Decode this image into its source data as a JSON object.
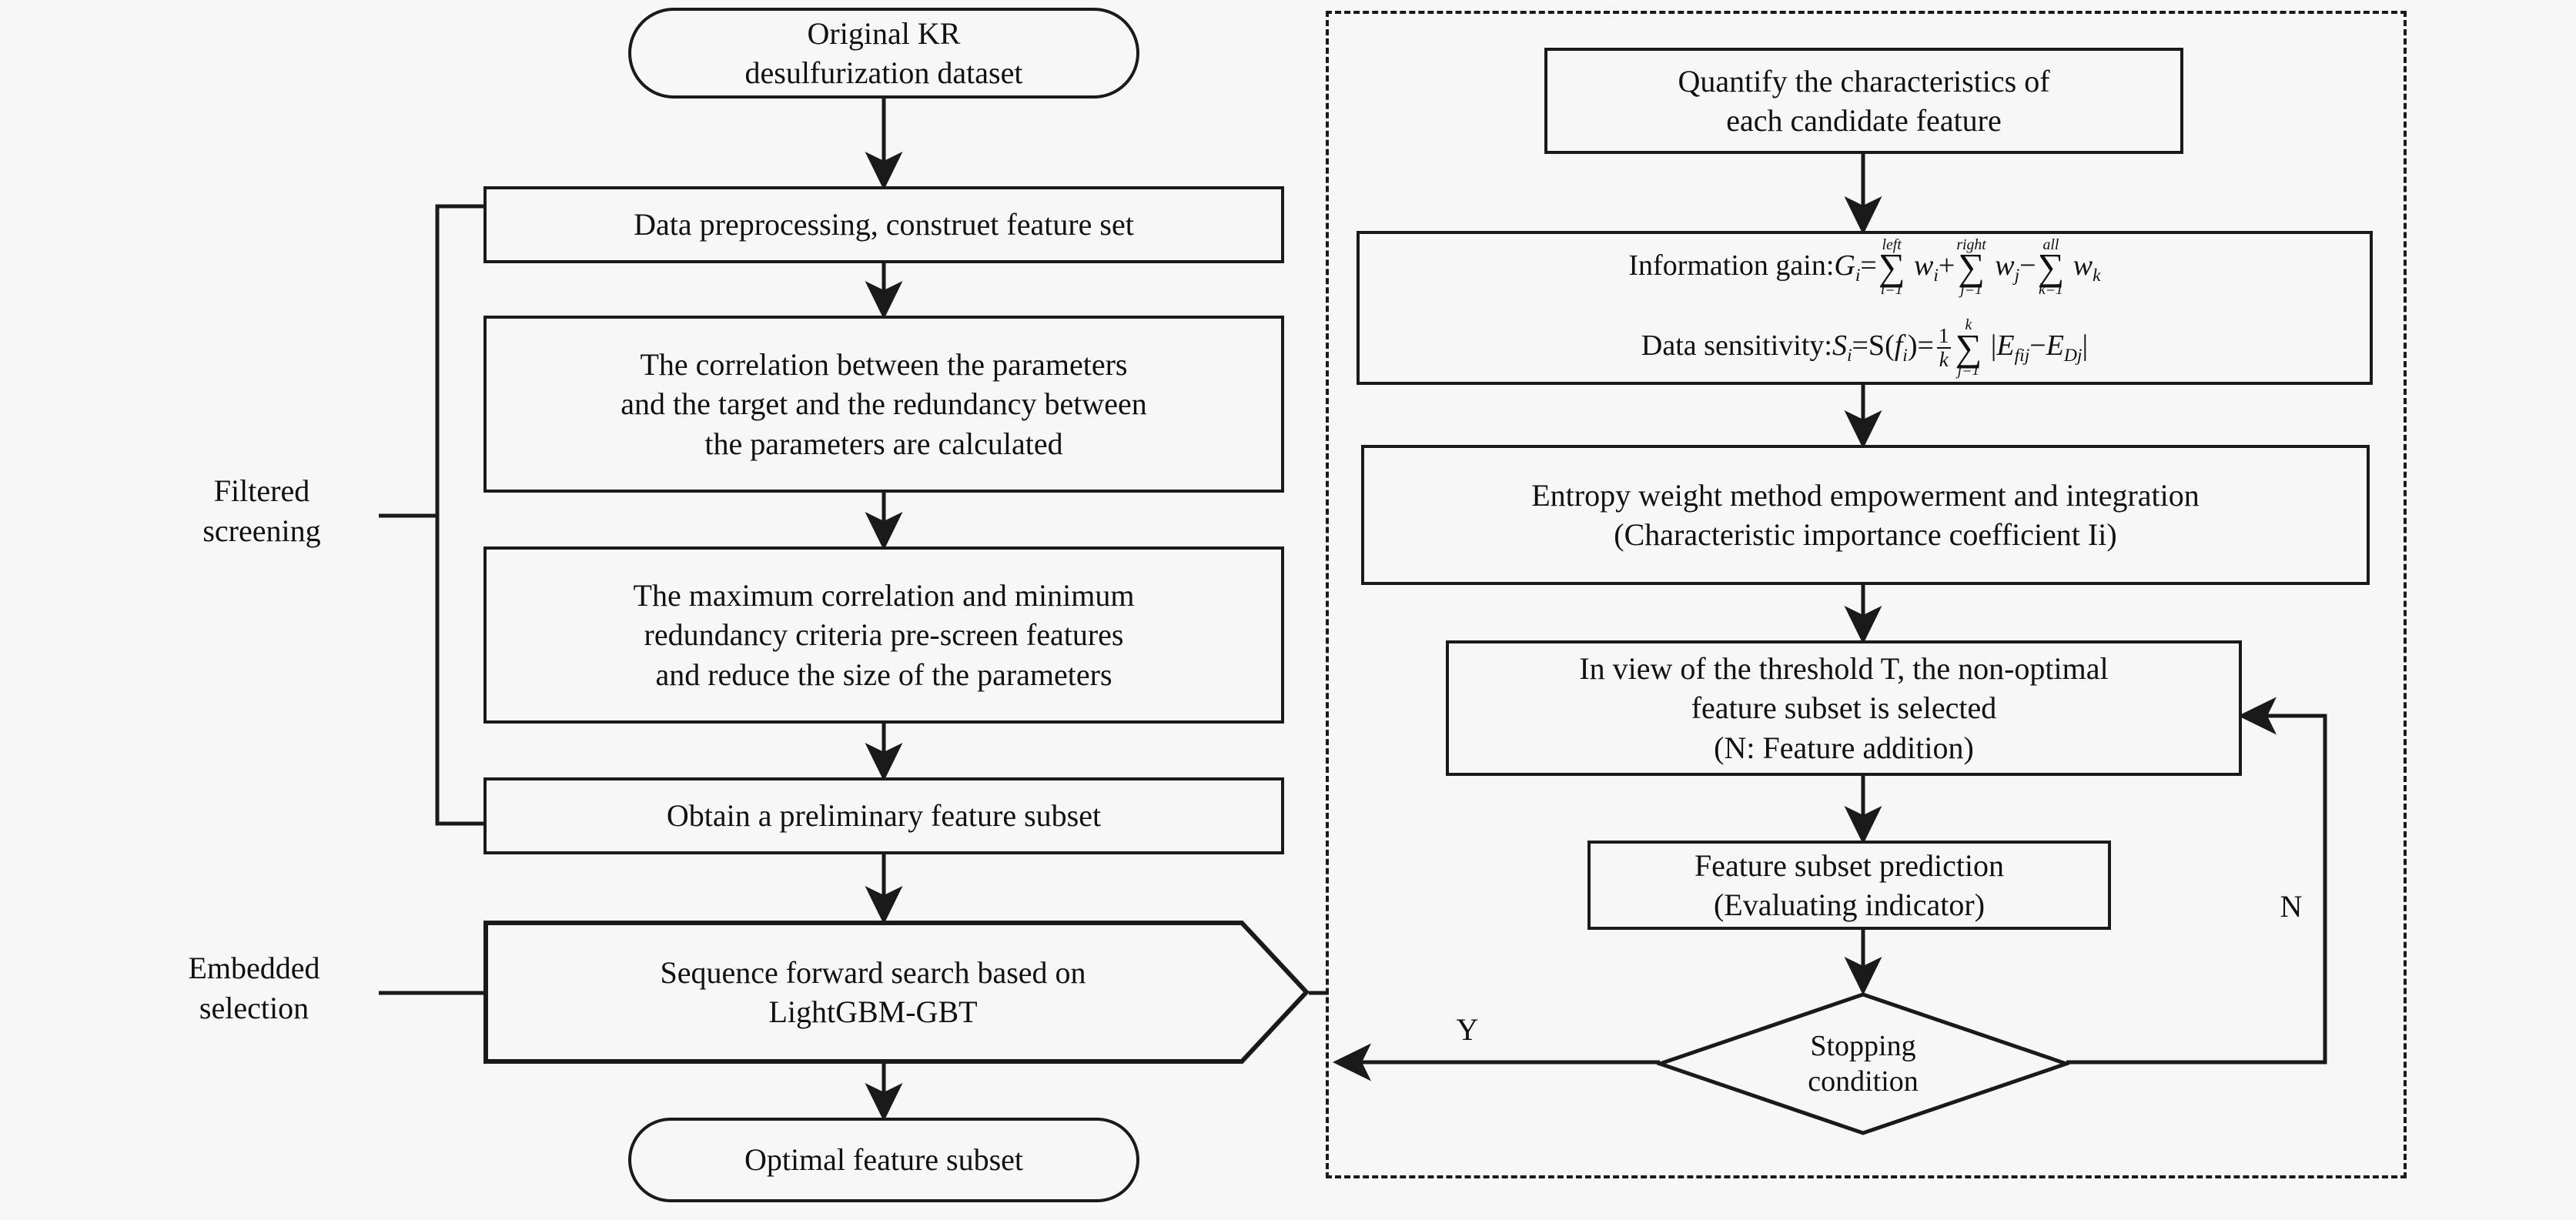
{
  "diagram": {
    "title": "Feature selection flowchart for KR desulfurization dataset",
    "colors": {
      "stroke": "#1a1a1a",
      "background": "#f7f7f7",
      "text": "#111111"
    },
    "left_column": {
      "start_node": {
        "label": "Original KR\ndesulfurization dataset",
        "shape": "rounded"
      },
      "steps": [
        {
          "label": "Data preprocessing, construet feature set",
          "shape": "rect"
        },
        {
          "label": "The correlation between the parameters\nand the target and the redundancy between\nthe parameters are calculated",
          "shape": "rect"
        },
        {
          "label": "The maximum correlation and minimum\nredundancy criteria pre-screen features\nand reduce the size of the parameters",
          "shape": "rect"
        },
        {
          "label": "Obtain a preliminary feature subset",
          "shape": "rect"
        }
      ],
      "search_node": {
        "label": "Sequence forward search based on\nLightGBM-GBT",
        "shape": "pentagon"
      },
      "end_node": {
        "label": "Optimal feature subset",
        "shape": "rounded"
      },
      "phase_labels": [
        {
          "label": "Filtered\nscreening",
          "name": "filtered-screening"
        },
        {
          "label": "Embedded\nselection",
          "name": "embedded-selection"
        }
      ]
    },
    "right_panel": {
      "border_style": "dashed",
      "nodes": [
        {
          "label": "Quantify the characteristics of\neach candidate feature",
          "shape": "rect"
        },
        {
          "label": "Entropy weight method empowerment and integration\n(Characteristic importance coefficient Ii)",
          "shape": "rect"
        },
        {
          "label": "In view of the threshold T, the non-optimal\nfeature subset is selected\n(N: Feature addition)",
          "shape": "rect"
        },
        {
          "label": "Feature subset prediction\n(Evaluating indicator)",
          "shape": "rect"
        },
        {
          "label": "Stopping\ncondition",
          "shape": "diamond"
        }
      ],
      "formula_box": {
        "line1_label": "Information gain:",
        "line1_formula": "Gi=∑(i=1,left) wi+∑(j=1,right) wj−∑(k=1,all) wk",
        "line2_label": "Data sensitivity:",
        "line2_formula": "Si=S(fi)=(1/k)∑(j=1,k) |Efij−EDj|",
        "symbols": {
          "G": "G",
          "S": "S",
          "f": "f",
          "w": "w",
          "E": "E",
          "k": "k",
          "sum_upper_1": "left",
          "sum_lower_1": "i=1",
          "sum_upper_2": "right",
          "sum_lower_2": "j=1",
          "sum_upper_3": "all",
          "sum_lower_3": "k=1",
          "sum_upper_4": "k",
          "sum_lower_4": "j=1"
        }
      },
      "decision_labels": [
        {
          "label": "Y",
          "name": "branch-label-yes"
        },
        {
          "label": "N",
          "name": "branch-label-no"
        }
      ]
    }
  }
}
